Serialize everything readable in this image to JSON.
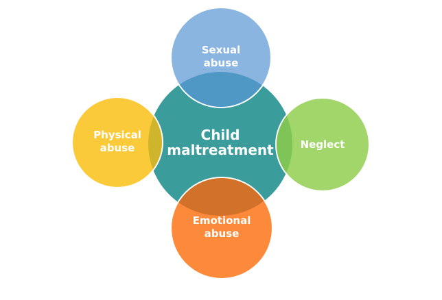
{
  "center": {
    "line1": "Child",
    "line2": "maltreatment",
    "color": "#3b9d9b"
  },
  "nodes": [
    {
      "id": "sexual",
      "line1": "Sexual",
      "line2": "abuse",
      "color": "#89b5e0",
      "overlap": "#4f98c5"
    },
    {
      "id": "physical",
      "line1": "Physical",
      "line2": "abuse",
      "color": "#fbca3a",
      "overlap": "#cfb52b"
    },
    {
      "id": "neglect",
      "line1": "Neglect",
      "line2": "",
      "color": "#a2d66a",
      "overlap": "#7ec456"
    },
    {
      "id": "emotional",
      "line1": "Emotional",
      "line2": "abuse",
      "color": "#fd8a3a",
      "overlap": "#d2712a"
    }
  ]
}
